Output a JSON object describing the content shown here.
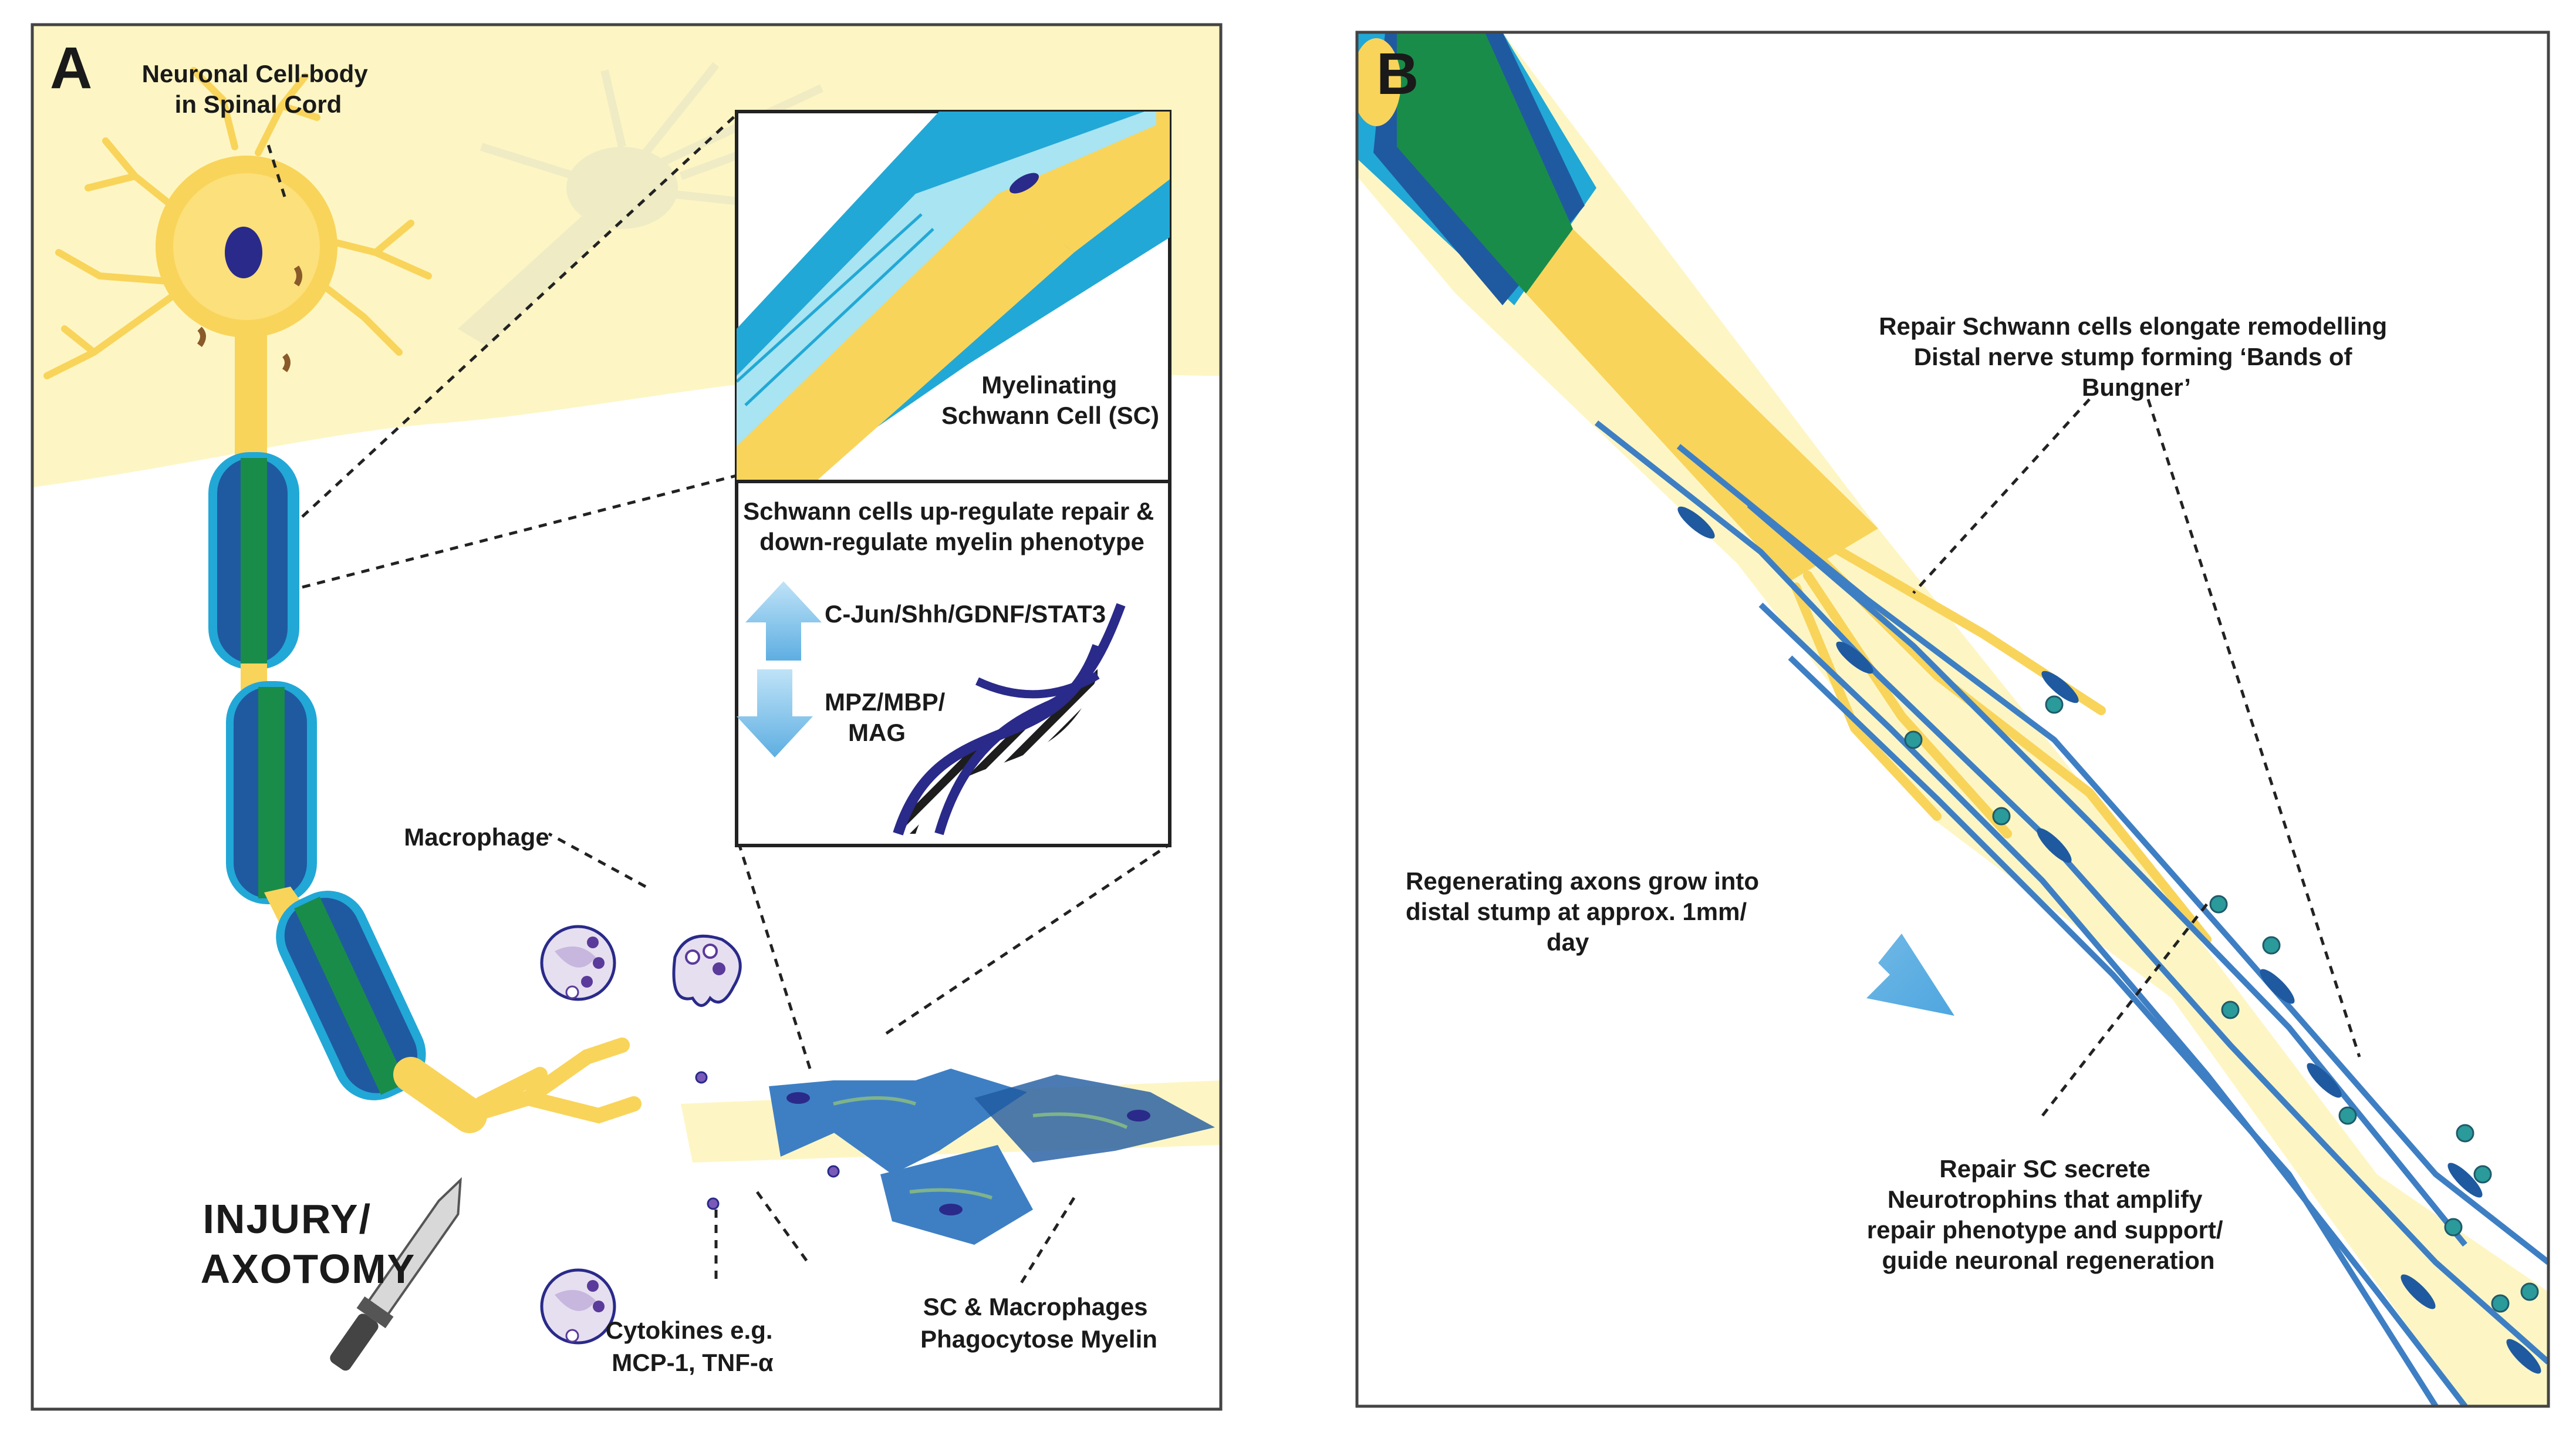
{
  "panel_a": {
    "letter": "A",
    "labels": {
      "neuronal_cell_body": [
        "Neuronal Cell-body",
        "in Spinal Cord"
      ],
      "myelinating_sc": [
        "Myelinating",
        "Schwann Cell (SC)"
      ],
      "sc_regulate": [
        "Schwann cells up-regulate repair &",
        "down-regulate myelin phenotype"
      ],
      "up_genes": "C-Jun/Shh/GDNF/STAT3",
      "down_genes": [
        "MPZ/MBP/",
        "MAG"
      ],
      "macrophage": "Macrophage",
      "injury": [
        "INJURY/",
        "AXOTOMY"
      ],
      "cytokines": [
        "Cytokines e.g.",
        "MCP-1, TNF-α"
      ],
      "phagocytose": [
        "SC & Macrophages",
        "Phagocytose Myelin"
      ]
    }
  },
  "panel_b": {
    "letter": "B",
    "labels": {
      "bands": [
        "Repair Schwann cells elongate remodelling",
        "Distal nerve stump forming ‘Bands of",
        "Bungner’"
      ],
      "regenerating": [
        "Regenerating axons grow into",
        "distal stump at approx. 1mm/",
        "day"
      ],
      "neurotrophins": [
        "Repair SC secrete",
        "Neurotrophins that amplify",
        "repair phenotype and support/",
        "guide neuronal regeneration"
      ]
    }
  },
  "colors": {
    "yellow_bg": "#fdf6c4",
    "axon": "#f9d45a",
    "schwann_blue": "#3e7fc4",
    "schwann_dark": "#1f5aa0",
    "myelin_green": "#1a8c4a",
    "cyan": "#22a8d6",
    "dna_purple": "#2a2a8a",
    "arrow_blue": "#7fc2ec"
  }
}
